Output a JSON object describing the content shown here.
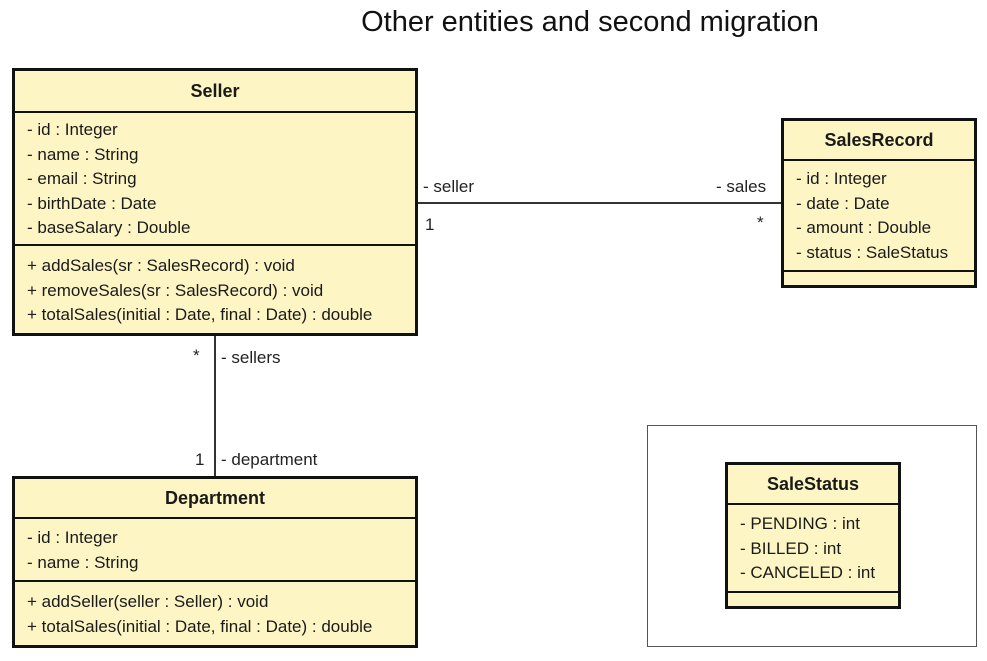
{
  "title": "Other entities and second migration",
  "classes": {
    "seller": {
      "name": "Seller",
      "attributes": [
        "- id : Integer",
        "- name : String",
        "- email : String",
        "- birthDate : Date",
        "- baseSalary : Double"
      ],
      "methods": [
        "+ addSales(sr : SalesRecord) : void",
        "+ removeSales(sr : SalesRecord) : void",
        "+ totalSales(initial : Date, final : Date) : double"
      ]
    },
    "salesRecord": {
      "name": "SalesRecord",
      "attributes": [
        "- id : Integer",
        "- date : Date",
        "- amount : Double",
        "- status : SaleStatus"
      ],
      "methods": []
    },
    "department": {
      "name": "Department",
      "attributes": [
        "- id : Integer",
        "- name : String"
      ],
      "methods": [
        "+ addSeller(seller : Seller) : void",
        "+ totalSales(initial : Date, final : Date) : double"
      ]
    },
    "saleStatus": {
      "name": "SaleStatus",
      "attributes": [
        "- PENDING : int",
        "- BILLED : int",
        "- CANCELED : int"
      ],
      "methods": []
    }
  },
  "associations": {
    "seller_sales": {
      "role_left": "- seller",
      "mult_left": "1",
      "role_right": "- sales",
      "mult_right": "*"
    },
    "seller_department": {
      "role_top": "- sellers",
      "mult_top": "*",
      "role_bottom": "- department",
      "mult_bottom": "1"
    }
  }
}
